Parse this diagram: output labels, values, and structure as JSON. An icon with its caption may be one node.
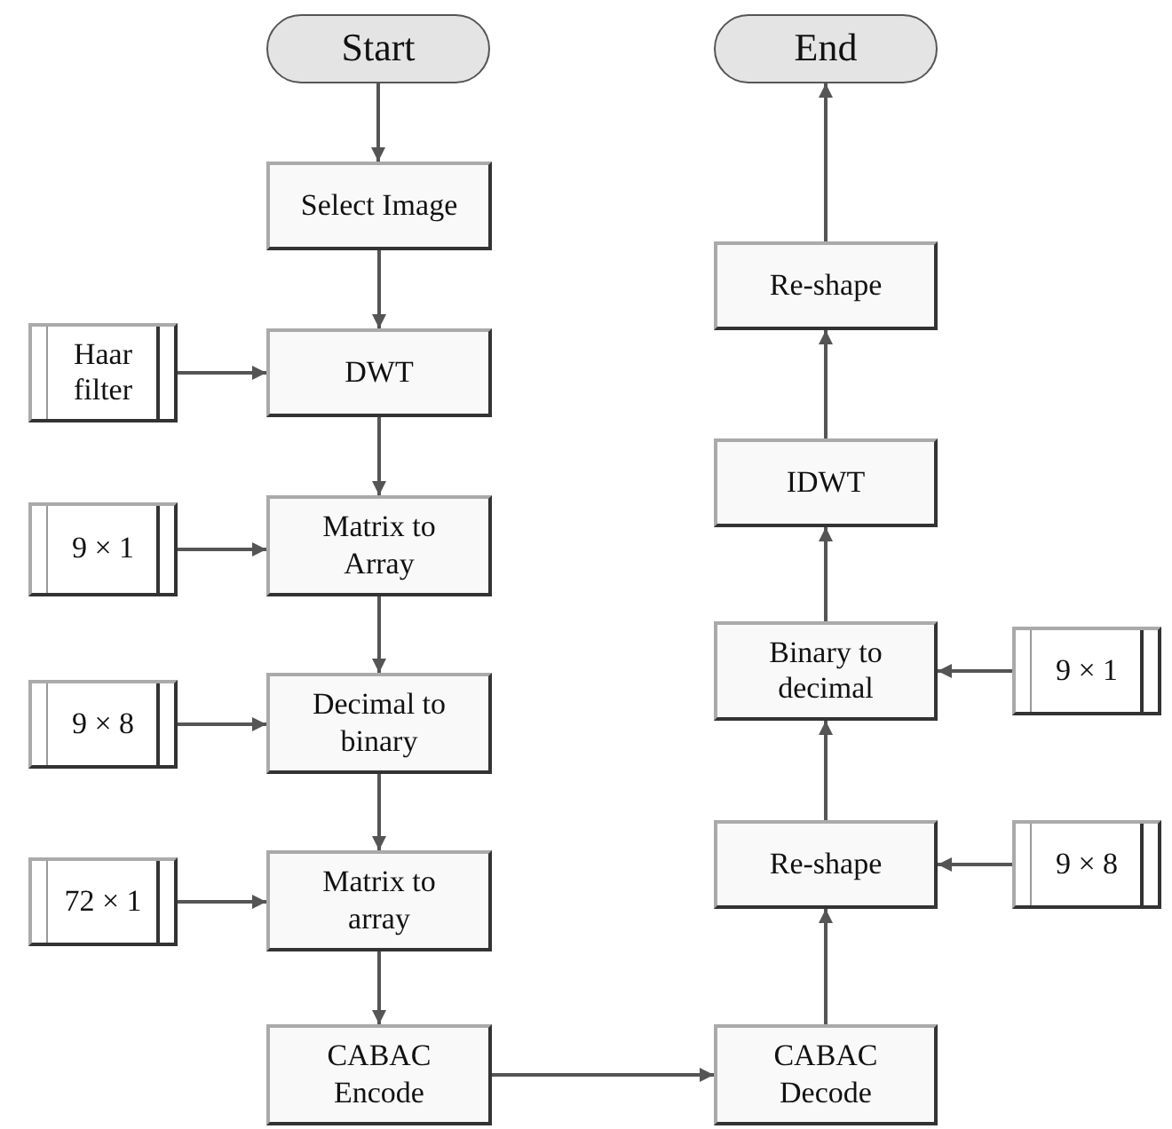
{
  "diagram": {
    "nodes": [
      {
        "text": [
          "Start"
        ]
      },
      {
        "text": [
          "Select Image"
        ]
      },
      {
        "text": [
          "DWT"
        ]
      },
      {
        "text": [
          "Haar filter"
        ]
      },
      {
        "text": [
          "Matrix to Array"
        ]
      },
      {
        "text": [
          "9 × 1"
        ]
      },
      {
        "text": [
          "Decimal to binary"
        ]
      },
      {
        "text": [
          "9 × 8"
        ]
      },
      {
        "text": [
          "Matrix to array"
        ]
      },
      {
        "text": [
          "72 × 1"
        ]
      },
      {
        "text": [
          "CABAC Encode"
        ]
      },
      {
        "text": [
          "CABAC Decode"
        ]
      },
      {
        "text": [
          "Re-shape"
        ]
      },
      {
        "text": [
          "9 × 8"
        ]
      },
      {
        "text": [
          "Binary to decimal"
        ]
      },
      {
        "text": [
          "9 × 1"
        ]
      },
      {
        "text": [
          "IDWT"
        ]
      },
      {
        "text": [
          "Re-shape"
        ]
      },
      {
        "text": [
          "End"
        ]
      }
    ],
    "edges": [
      {
        "from": 0,
        "to": 1,
        "arrow": "to"
      },
      {
        "from": 1,
        "to": 2,
        "arrow": "to"
      },
      {
        "from": 3,
        "to": 2,
        "arrow": "to"
      },
      {
        "from": 2,
        "to": 4,
        "arrow": "to"
      },
      {
        "from": 5,
        "to": 4,
        "arrow": "to"
      },
      {
        "from": 4,
        "to": 6,
        "arrow": "to"
      },
      {
        "from": 7,
        "to": 6,
        "arrow": "to"
      },
      {
        "from": 6,
        "to": 8,
        "arrow": "to"
      },
      {
        "from": 9,
        "to": 8,
        "arrow": "to"
      },
      {
        "from": 8,
        "to": 10,
        "arrow": "to"
      },
      {
        "from": 10,
        "to": 11,
        "arrow": "to"
      },
      {
        "from": 11,
        "to": 12,
        "arrow": "to"
      },
      {
        "from": 13,
        "to": 12,
        "arrow": "to"
      },
      {
        "from": 12,
        "to": 14,
        "arrow": "to"
      },
      {
        "from": 15,
        "to": 14,
        "arrow": "to"
      },
      {
        "from": 14,
        "to": 16,
        "arrow": "to"
      },
      {
        "from": 16,
        "to": 17,
        "arrow": "to"
      },
      {
        "from": 17,
        "to": 18,
        "arrow": "to"
      }
    ]
  }
}
